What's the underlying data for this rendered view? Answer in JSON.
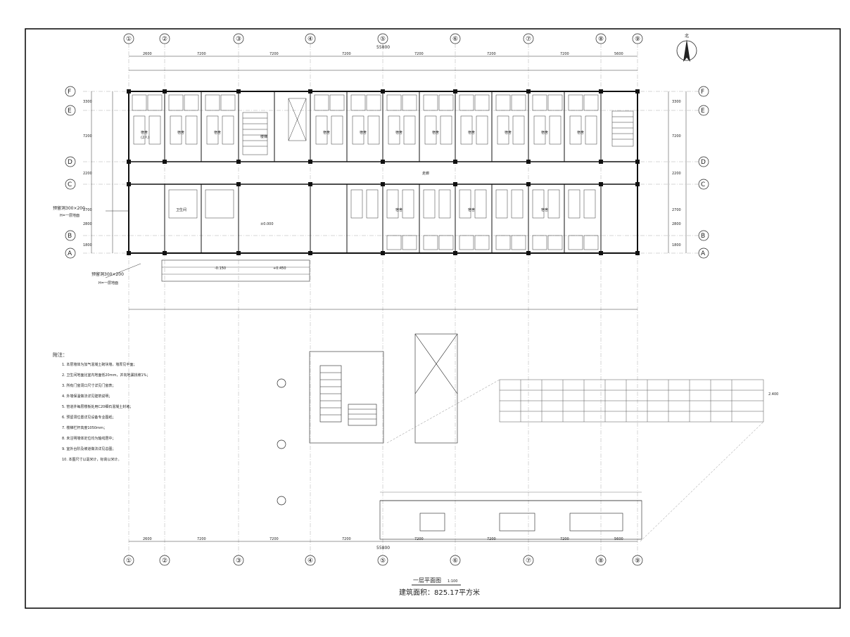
{
  "grid_axes": {
    "columns": [
      "①",
      "②",
      "③",
      "④",
      "⑤",
      "⑥",
      "⑦",
      "⑧",
      "⑨"
    ],
    "rows": [
      "F",
      "E",
      "D",
      "C",
      "B",
      "A"
    ]
  },
  "dimensions": {
    "top_overall": "55800",
    "top_bays": [
      "2600",
      "7200",
      "7200",
      "7200",
      "7200",
      "7200",
      "7200",
      "5600"
    ],
    "bottom_overall": "55800",
    "bottom_bays": [
      "2600",
      "7200",
      "7200",
      "7200",
      "7200",
      "7200",
      "7200",
      "5600"
    ],
    "left_side": [
      "3300",
      "7200",
      "2200",
      "2700",
      "2800",
      "1800"
    ],
    "right_side": [
      "3300",
      "7200",
      "2200",
      "2700",
      "2800",
      "1800"
    ]
  },
  "labels": {
    "north_mark": "北",
    "stair_label": "楼梯",
    "plan_title": "一层平面图",
    "plan_scale": "1:100",
    "building_area": "建筑面积：825.17平方米"
  },
  "callouts": {
    "left_1_line1": "预留洞300×200",
    "left_1_line2": "H=一层地面",
    "left_2_line1": "预留洞300×200",
    "left_2_line2": "H=一层地面",
    "elev_pos": "+0.450",
    "elev_zero": "±0.000",
    "elev_neg": "-0.150",
    "elev_right": "2.400"
  },
  "rooms": {
    "dorm": "宿舍",
    "dorm_sub": "(2人)",
    "toilet": "卫生间",
    "corridor": "走廊"
  },
  "notes": {
    "title": "附注：",
    "items": [
      "1. 本层墙体为加气混凝土砌块墙，墙厚见平面；",
      "2. 卫生间地面比室内地面低20mm，并向地漏找坡1%；",
      "3. 所有门窗洞口尺寸详见门窗表；",
      "4. 外墙保温做法详见建筑说明；",
      "5. 管道井每层楼板处用C20细石混凝土封堵；",
      "6. 预留洞位置详见设备专业图纸；",
      "7. 楼梯栏杆高度1050mm；",
      "8. 未注明墙体定位均为轴线居中；",
      "9. 室外台阶及坡道做法详见总图；",
      "10. 本图尺寸以毫米计，标高以米计。"
    ]
  },
  "colors": {
    "line": "#222222",
    "wall": "#111111",
    "dim": "#333333",
    "frame": "#000000"
  }
}
